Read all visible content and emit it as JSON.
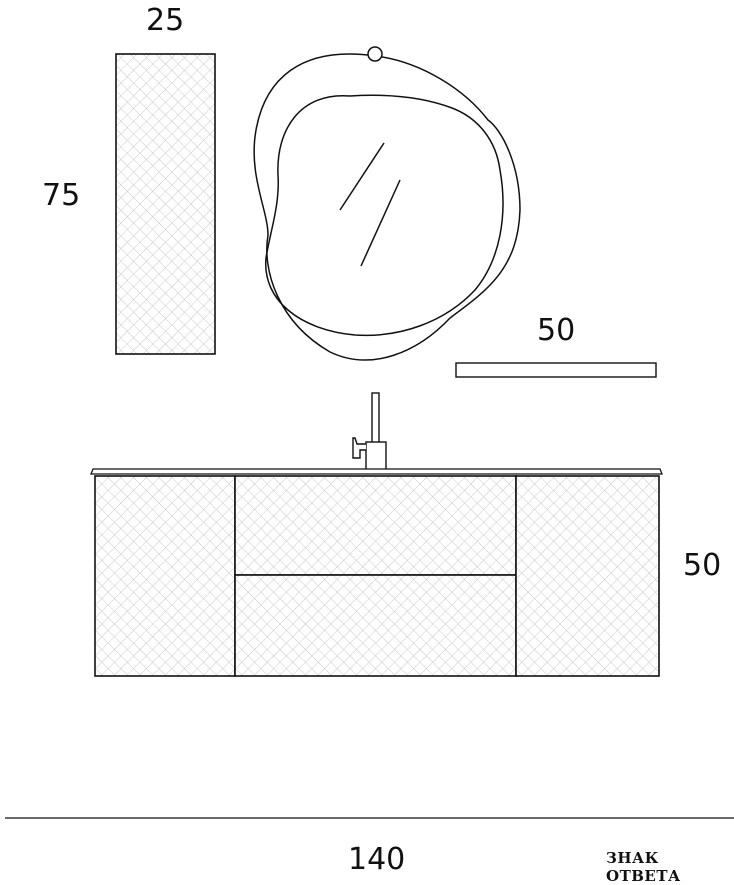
{
  "dimensions": {
    "tall_cabinet_width": "25",
    "tall_cabinet_height": "75",
    "shelf_width": "50",
    "vanity_height": "50",
    "total_width": "140"
  },
  "watermark": "ЗНАК ОТВЕТА",
  "colors": {
    "line": "#111111",
    "lattice": "#c9c9c9",
    "background": "#ffffff"
  }
}
